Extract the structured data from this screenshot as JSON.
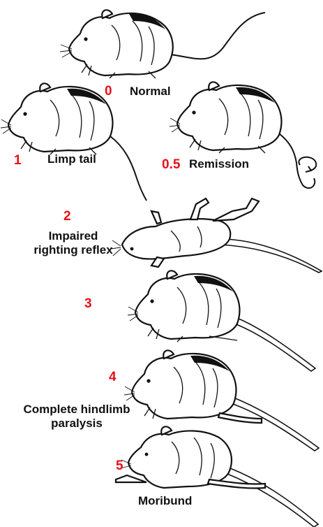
{
  "stages": [
    {
      "score": "0",
      "label": "Normal"
    },
    {
      "score": "0.5",
      "label": "Remission"
    },
    {
      "score": "1",
      "label": "Limp tail"
    },
    {
      "score": "2",
      "label_lines": [
        "Impaired",
        "righting reflex"
      ]
    },
    {
      "score": "3",
      "label": ""
    },
    {
      "score": "4",
      "label_lines": [
        "Complete hindlimb",
        "paralysis"
      ]
    },
    {
      "score": "5",
      "label": "Moribund"
    }
  ],
  "colors": {
    "score": "#e8101a",
    "label": "#111111",
    "line": "#111111",
    "background": "#ffffff"
  },
  "icons": [
    "rat-normal-icon",
    "rat-remission-icon",
    "rat-limp-tail-icon",
    "rat-impaired-righting-icon",
    "rat-stage3-icon",
    "rat-hindlimb-paralysis-icon",
    "rat-moribund-icon",
    "tail-curl-icon"
  ]
}
